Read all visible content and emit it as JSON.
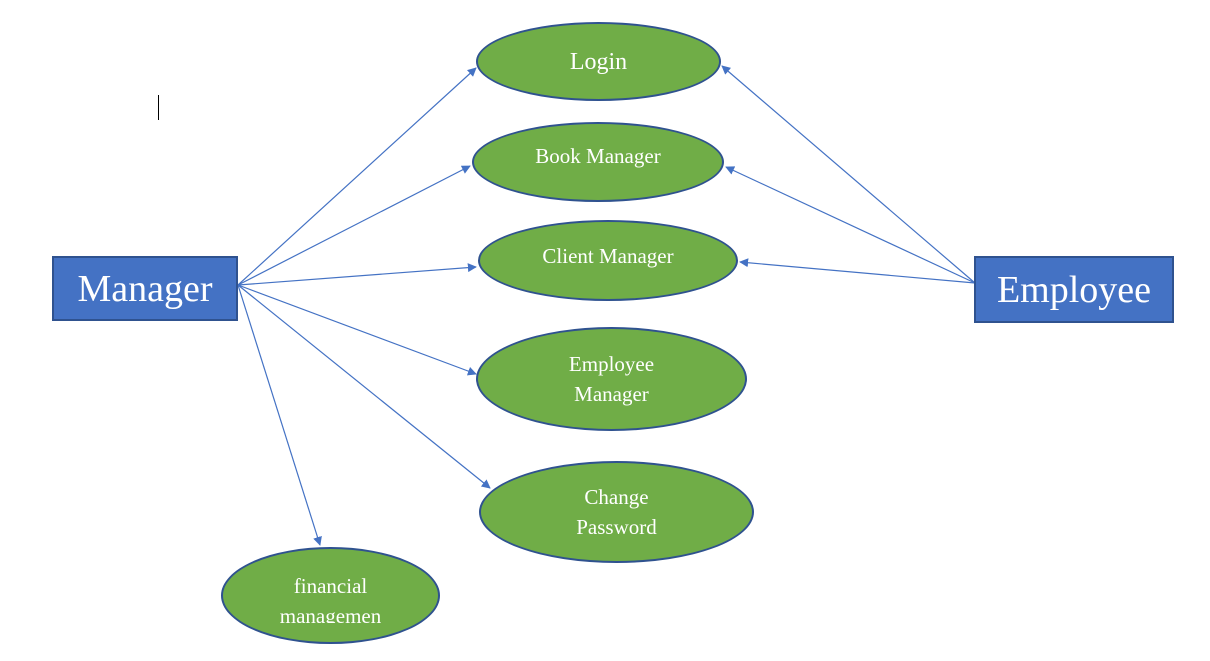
{
  "actors": {
    "manager": "Manager",
    "employee": "Employee"
  },
  "use_cases": {
    "login": "Login",
    "book_manager": "Book Manager",
    "client_manager": "Client Manager",
    "employee_manager_line1": "Employee",
    "employee_manager_line2": "Manager",
    "change_password_line1": "Change",
    "change_password_line2": "Password",
    "financial_line1": "financial",
    "financial_line2": "managemen"
  },
  "colors": {
    "actor_fill": "#4472c4",
    "actor_border": "#2f528f",
    "usecase_fill": "#70ad47",
    "usecase_border": "#2f528f",
    "arrow": "#4472c4"
  }
}
